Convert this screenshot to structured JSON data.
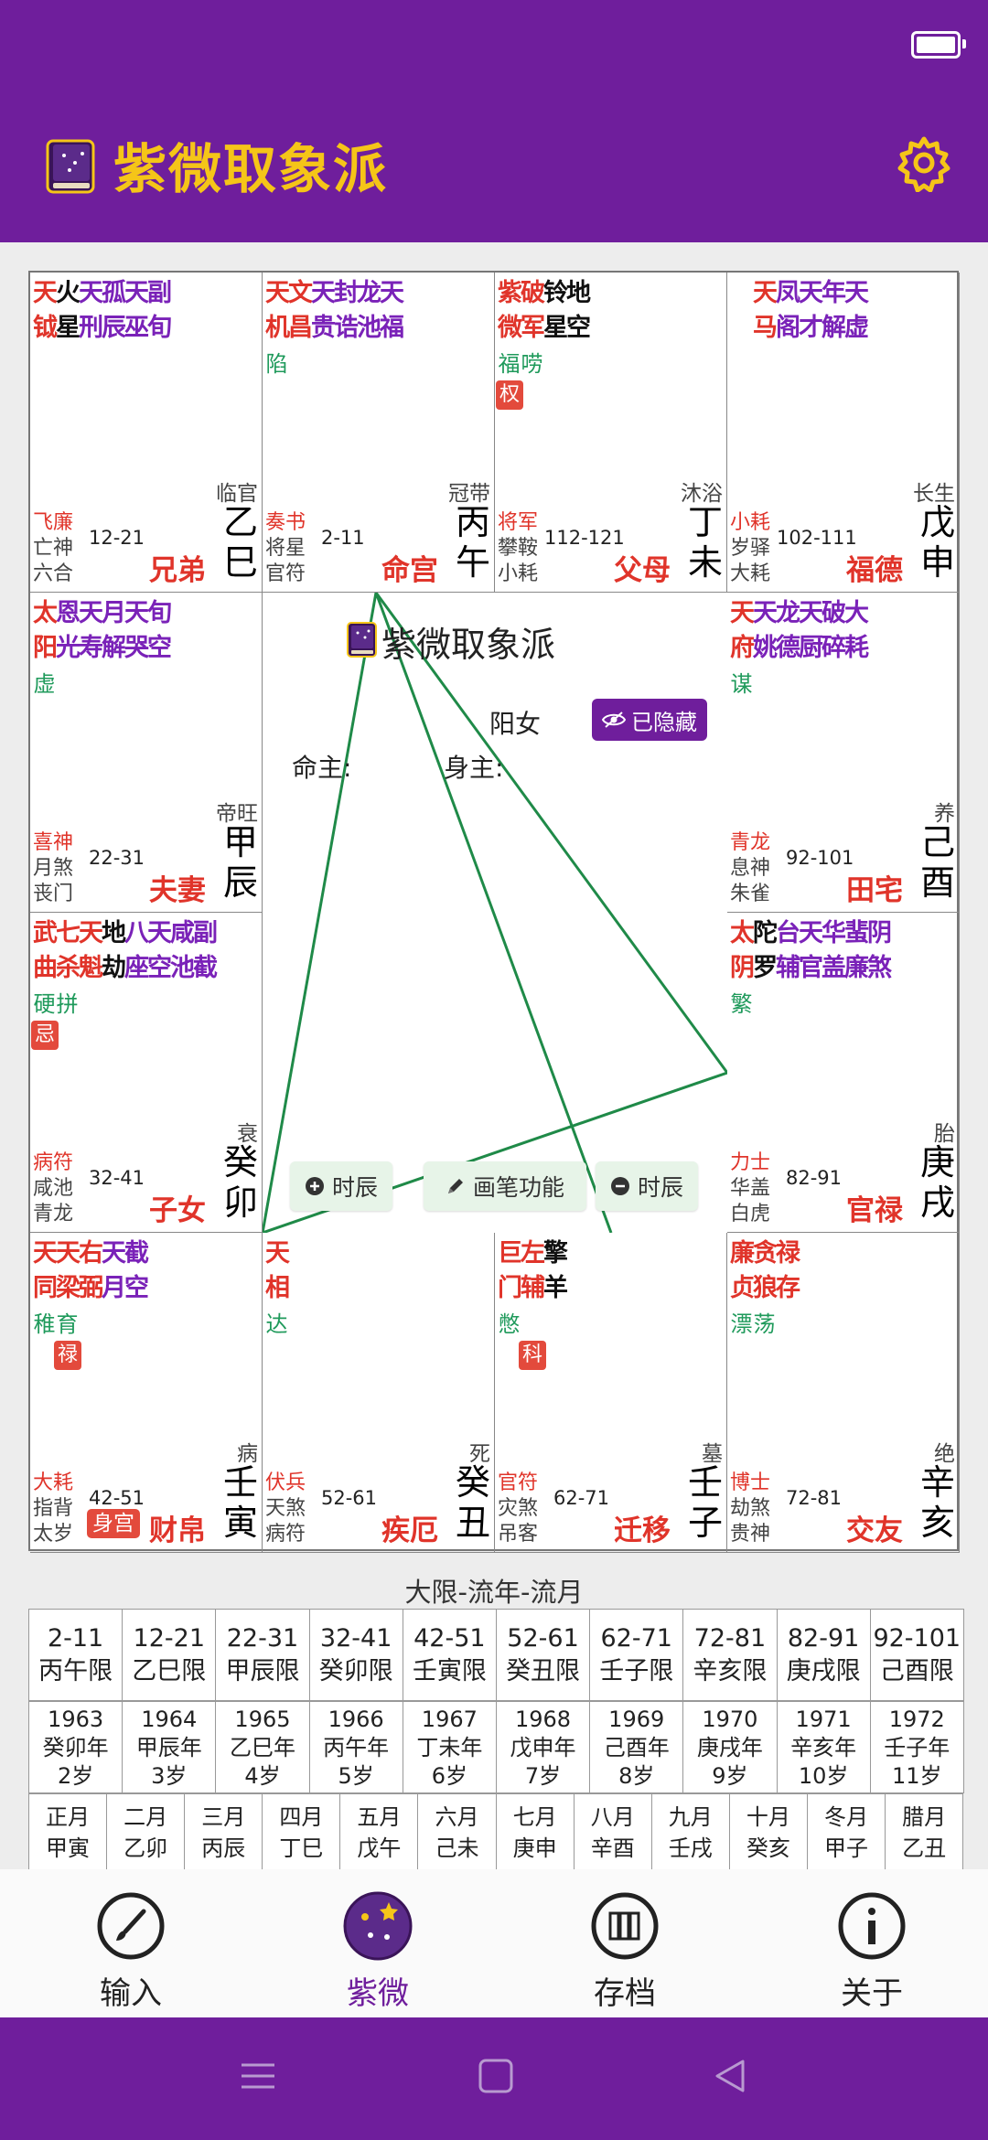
{
  "app": {
    "title": "紫微取象派"
  },
  "colors": {
    "primary": "#6f1e9c",
    "title_yellow": "#f5c518",
    "red": "#e0342a",
    "purple": "#7a22b8",
    "green": "#1f9a5b"
  },
  "palaces": [
    {
      "id": "si",
      "row": 0,
      "col": 0,
      "stars": [
        [
          "天",
          "钺"
        ],
        [
          "火",
          "星"
        ],
        [
          "天",
          "刑"
        ],
        [
          "孤",
          "辰"
        ],
        [
          "天",
          "巫"
        ],
        [
          "副",
          "旬"
        ]
      ],
      "colors": [
        "r",
        "b",
        "p",
        "p",
        "p",
        "p"
      ],
      "brightness": [],
      "hua": [],
      "gods": [
        "飞廉",
        "亡神",
        "六合"
      ],
      "age": "12-21",
      "stage": "临官",
      "stem": "乙",
      "branch": "巳",
      "name": "兄弟"
    },
    {
      "id": "wu",
      "row": 0,
      "col": 1,
      "stars": [
        [
          "天",
          "机"
        ],
        [
          "文",
          "昌"
        ],
        [
          "天",
          "贵"
        ],
        [
          "封",
          "诰"
        ],
        [
          "龙",
          "池"
        ],
        [
          "天",
          "福"
        ]
      ],
      "colors": [
        "r",
        "r",
        "p",
        "p",
        "p",
        "p"
      ],
      "brightness": [
        "陷"
      ],
      "hua": [],
      "gods": [
        "奏书",
        "将星",
        "官符"
      ],
      "age": "2-11",
      "stage": "冠带",
      "stem": "丙",
      "branch": "午",
      "name": "命宫"
    },
    {
      "id": "wei",
      "row": 0,
      "col": 2,
      "stars": [
        [
          "紫",
          "微"
        ],
        [
          "破",
          "军"
        ],
        [
          "铃",
          "星"
        ],
        [
          "地",
          "空"
        ]
      ],
      "colors": [
        "r",
        "r",
        "b",
        "b"
      ],
      "brightness": [
        "福",
        "唠"
      ],
      "hua": [
        {
          "col": 0,
          "text": "权"
        }
      ],
      "gods": [
        "将军",
        "攀鞍",
        "小耗"
      ],
      "age": "112-121",
      "stage": "沐浴",
      "stem": "丁",
      "branch": "未",
      "name": "父母"
    },
    {
      "id": "shen",
      "row": 0,
      "col": 3,
      "stars": [
        [
          "",
          ""
        ],
        [
          "天",
          "马"
        ],
        [
          "凤",
          "阁"
        ],
        [
          "天",
          "才"
        ],
        [
          "年",
          "解"
        ],
        [
          "天",
          "虚"
        ]
      ],
      "colors": [
        "b",
        "r",
        "p",
        "p",
        "p",
        "p"
      ],
      "brightness": [],
      "hua": [],
      "gods": [
        "小耗",
        "岁驿",
        "大耗"
      ],
      "age": "102-111",
      "stage": "长生",
      "stem": "戊",
      "branch": "申",
      "name": "福德"
    },
    {
      "id": "chen",
      "row": 1,
      "col": 0,
      "stars": [
        [
          "太",
          "阳"
        ],
        [
          "恩",
          "光"
        ],
        [
          "天",
          "寿"
        ],
        [
          "月",
          "解"
        ],
        [
          "天",
          "哭"
        ],
        [
          "旬",
          "空"
        ]
      ],
      "colors": [
        "r",
        "p",
        "p",
        "p",
        "p",
        "p"
      ],
      "brightness": [
        "虚"
      ],
      "hua": [],
      "gods": [
        "喜神",
        "月煞",
        "丧门"
      ],
      "age": "22-31",
      "stage": "帝旺",
      "stem": "甲",
      "branch": "辰",
      "name": "夫妻"
    },
    {
      "id": "you",
      "row": 1,
      "col": 3,
      "stars": [
        [
          "天",
          "府"
        ],
        [
          "天",
          "姚"
        ],
        [
          "龙",
          "德"
        ],
        [
          "天",
          "厨"
        ],
        [
          "破",
          "碎"
        ],
        [
          "大",
          "耗"
        ]
      ],
      "colors": [
        "r",
        "p",
        "p",
        "p",
        "p",
        "p"
      ],
      "brightness": [
        "谋"
      ],
      "hua": [],
      "gods": [
        "青龙",
        "息神",
        "朱雀"
      ],
      "age": "92-101",
      "stage": "养",
      "stem": "己",
      "branch": "酉",
      "name": "田宅"
    },
    {
      "id": "mao",
      "row": 2,
      "col": 0,
      "stars": [
        [
          "武",
          "曲"
        ],
        [
          "七",
          "杀"
        ],
        [
          "天",
          "魁"
        ],
        [
          "地",
          "劫"
        ],
        [
          "八",
          "座"
        ],
        [
          "天",
          "空"
        ],
        [
          "咸",
          "池"
        ],
        [
          "副",
          "截"
        ]
      ],
      "colors": [
        "r",
        "r",
        "r",
        "b",
        "p",
        "p",
        "p",
        "p"
      ],
      "brightness": [
        "硬",
        "拼"
      ],
      "hua": [
        {
          "col": 0,
          "text": "忌"
        }
      ],
      "gods": [
        "病符",
        "咸池",
        "青龙"
      ],
      "age": "32-41",
      "stage": "衰",
      "stem": "癸",
      "branch": "卯",
      "name": "子女"
    },
    {
      "id": "xu",
      "row": 2,
      "col": 3,
      "stars": [
        [
          "太",
          "阴"
        ],
        [
          "陀",
          "罗"
        ],
        [
          "台",
          "辅"
        ],
        [
          "天",
          "官"
        ],
        [
          "华",
          "盖"
        ],
        [
          "蜚",
          "廉"
        ],
        [
          "阴",
          "煞"
        ]
      ],
      "colors": [
        "r",
        "b",
        "p",
        "p",
        "p",
        "p",
        "p"
      ],
      "brightness": [
        "繁"
      ],
      "hua": [],
      "gods": [
        "力士",
        "华盖",
        "白虎"
      ],
      "age": "82-91",
      "stage": "胎",
      "stem": "庚",
      "branch": "戌",
      "name": "官禄"
    },
    {
      "id": "yin",
      "row": 3,
      "col": 0,
      "stars": [
        [
          "天",
          "同"
        ],
        [
          "天",
          "梁"
        ],
        [
          "右",
          "弼"
        ],
        [
          "天",
          "月"
        ],
        [
          "截",
          "空"
        ]
      ],
      "colors": [
        "r",
        "r",
        "r",
        "p",
        "p"
      ],
      "brightness": [
        "稚",
        "育"
      ],
      "hua": [
        {
          "col": 1,
          "text": "禄"
        }
      ],
      "gods": [
        "大耗",
        "指背",
        "太岁"
      ],
      "age": "42-51",
      "stage": "病",
      "stem": "壬",
      "branch": "寅",
      "name": "财帛",
      "body_badge": "身宫"
    },
    {
      "id": "chou",
      "row": 3,
      "col": 1,
      "stars": [
        [
          "天",
          "相"
        ]
      ],
      "colors": [
        "r"
      ],
      "brightness": [
        "达"
      ],
      "hua": [],
      "gods": [
        "伏兵",
        "天煞",
        "病符"
      ],
      "age": "52-61",
      "stage": "死",
      "stem": "癸",
      "branch": "丑",
      "name": "疾厄"
    },
    {
      "id": "zi",
      "row": 3,
      "col": 2,
      "stars": [
        [
          "巨",
          "门"
        ],
        [
          "左",
          "辅"
        ],
        [
          "擎",
          "羊"
        ]
      ],
      "colors": [
        "r",
        "r",
        "b"
      ],
      "brightness": [
        "憋"
      ],
      "hua": [
        {
          "col": 1,
          "text": "科"
        }
      ],
      "gods": [
        "官符",
        "灾煞",
        "吊客"
      ],
      "age": "62-71",
      "stage": "墓",
      "stem": "壬",
      "branch": "子",
      "name": "迁移"
    },
    {
      "id": "hai",
      "row": 3,
      "col": 3,
      "stars": [
        [
          "廉",
          "贞"
        ],
        [
          "贪",
          "狼"
        ],
        [
          "禄",
          "存"
        ]
      ],
      "colors": [
        "r",
        "r",
        "r"
      ],
      "brightness": [
        "漂",
        "荡"
      ],
      "hua": [],
      "gods": [
        "博士",
        "劫煞",
        "贵神"
      ],
      "age": "72-81",
      "stage": "绝",
      "stem": "辛",
      "branch": "亥",
      "name": "交友"
    }
  ],
  "center": {
    "title": "紫微取象派",
    "gender": "阳女",
    "hidden_label": "已隐藏",
    "ming_zhu": "命主:",
    "shen_zhu": "身主:",
    "buttons": {
      "prev_hour": "时辰",
      "brush": "画笔功能",
      "next_hour": "时辰"
    }
  },
  "luck_table": {
    "title": "大限-流年-流月",
    "decades": [
      {
        "range": "2-11",
        "label": "丙午限"
      },
      {
        "range": "12-21",
        "label": "乙巳限"
      },
      {
        "range": "22-31",
        "label": "甲辰限"
      },
      {
        "range": "32-41",
        "label": "癸卯限"
      },
      {
        "range": "42-51",
        "label": "壬寅限"
      },
      {
        "range": "52-61",
        "label": "癸丑限"
      },
      {
        "range": "62-71",
        "label": "壬子限"
      },
      {
        "range": "72-81",
        "label": "辛亥限"
      },
      {
        "range": "82-91",
        "label": "庚戌限"
      },
      {
        "range": "92-101",
        "label": "己酉限"
      }
    ],
    "years": [
      {
        "year": "1963",
        "gz": "癸卯年",
        "age": "2岁"
      },
      {
        "year": "1964",
        "gz": "甲辰年",
        "age": "3岁"
      },
      {
        "year": "1965",
        "gz": "乙巳年",
        "age": "4岁"
      },
      {
        "year": "1966",
        "gz": "丙午年",
        "age": "5岁"
      },
      {
        "year": "1967",
        "gz": "丁未年",
        "age": "6岁"
      },
      {
        "year": "1968",
        "gz": "戊申年",
        "age": "7岁"
      },
      {
        "year": "1969",
        "gz": "己酉年",
        "age": "8岁"
      },
      {
        "year": "1970",
        "gz": "庚戌年",
        "age": "9岁"
      },
      {
        "year": "1971",
        "gz": "辛亥年",
        "age": "10岁"
      },
      {
        "year": "1972",
        "gz": "壬子年",
        "age": "11岁"
      }
    ],
    "months": [
      {
        "m": "正月",
        "gz": "甲寅"
      },
      {
        "m": "二月",
        "gz": "乙卯"
      },
      {
        "m": "三月",
        "gz": "丙辰"
      },
      {
        "m": "四月",
        "gz": "丁巳"
      },
      {
        "m": "五月",
        "gz": "戊午"
      },
      {
        "m": "六月",
        "gz": "己未"
      },
      {
        "m": "七月",
        "gz": "庚申"
      },
      {
        "m": "八月",
        "gz": "辛酉"
      },
      {
        "m": "九月",
        "gz": "壬戌"
      },
      {
        "m": "十月",
        "gz": "癸亥"
      },
      {
        "m": "冬月",
        "gz": "甲子"
      },
      {
        "m": "腊月",
        "gz": "乙丑"
      }
    ]
  },
  "bottom_nav": [
    {
      "label": "输入",
      "icon": "brush-icon"
    },
    {
      "label": "紫微",
      "icon": "ziwei-icon",
      "active": true
    },
    {
      "label": "存档",
      "icon": "archive-icon"
    },
    {
      "label": "关于",
      "icon": "info-icon"
    }
  ]
}
